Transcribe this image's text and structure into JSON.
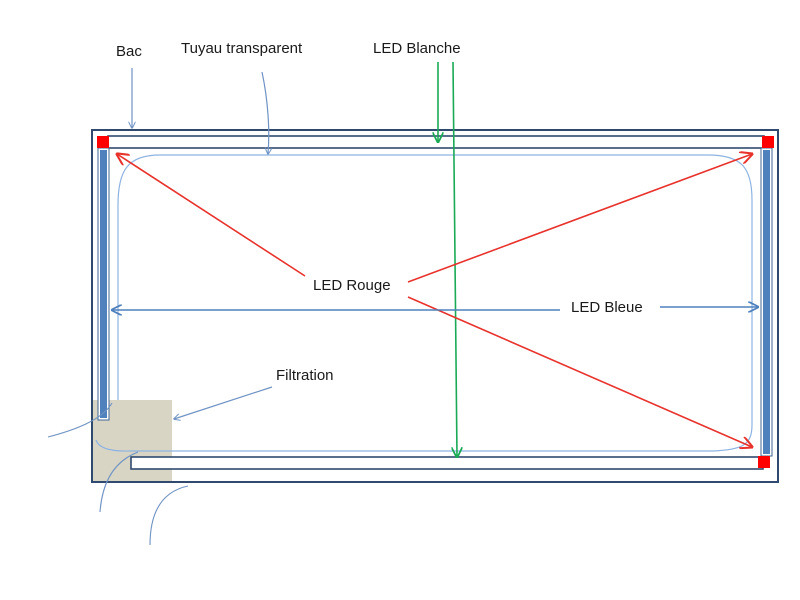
{
  "labels": {
    "bac": "Bac",
    "tuyau": "Tuyau transparent",
    "led_blanche": "LED Blanche",
    "led_rouge": "LED Rouge",
    "led_bleue": "LED Bleue",
    "filtration": "Filtration"
  },
  "colors": {
    "frame": "#2f4a6e",
    "bar_fill": "#4f81bd",
    "bar_outline": "#3f6696",
    "red_led": "#ff0000",
    "red_arrow": "#e8322b",
    "green_arrow": "#1aaa55",
    "blue_arrow": "#4f81bd",
    "pipe": "#8db3e2",
    "filtration_box": "#d9d5c5"
  }
}
